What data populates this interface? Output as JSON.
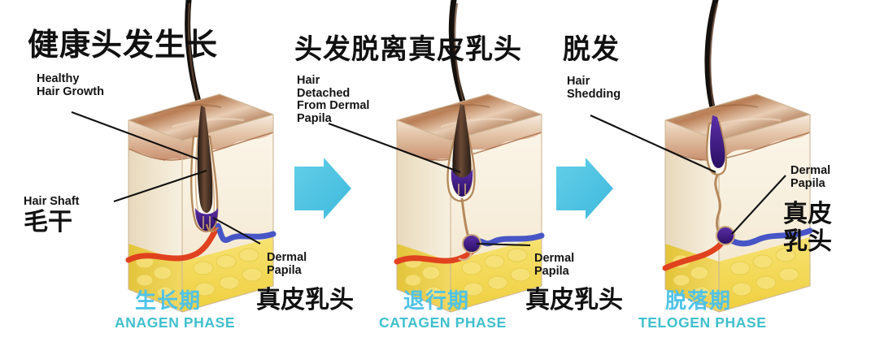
{
  "meta": {
    "diagram_title": "Hair Growth Cycle",
    "background": "#ffffff",
    "accent_cyan": "#4FC3E8",
    "arrow_color": "#5BC8E4",
    "text_black": "#141414"
  },
  "panels": [
    {
      "id": "anagen",
      "heading_cn": "健康头发生长",
      "callouts": [
        {
          "id": "healthy-hair-growth",
          "en": "Healthy\nHair Growth",
          "cn": ""
        },
        {
          "id": "hair-shaft",
          "en": "Hair Shaft",
          "cn": "毛干"
        },
        {
          "id": "dermal-papila",
          "en": "Dermal\nPapila",
          "cn": "真皮乳头"
        }
      ],
      "phase_cn": "生长期",
      "phase_en": "ANAGEN PHASE"
    },
    {
      "id": "catagen",
      "heading_cn": "头发脱离真皮乳头",
      "callouts": [
        {
          "id": "hair-detached",
          "en": "Hair\nDetached\nFrom Dermal\nPapila",
          "cn": ""
        },
        {
          "id": "dermal-papila",
          "en": "Dermal\nPapila",
          "cn": "真皮乳头"
        }
      ],
      "phase_cn": "退行期",
      "phase_en": "CATAGEN PHASE"
    },
    {
      "id": "telogen",
      "heading_cn": "脱发",
      "callouts": [
        {
          "id": "hair-shedding",
          "en": "Hair\nShedding",
          "cn": ""
        },
        {
          "id": "dermal-papila",
          "en": "Dermal\nPapila",
          "cn": "真皮\n乳头"
        }
      ],
      "phase_cn": "脱落期",
      "phase_en": "TELOGEN PHASE"
    }
  ],
  "arrows": [
    {
      "id": "arrow-anagen-to-catagen",
      "label": "progress arrow"
    },
    {
      "id": "arrow-catagen-to-telogen",
      "label": "progress arrow"
    }
  ],
  "anatomy_colors": {
    "epidermis": "#c89070",
    "epidermis_top": "#ddb596",
    "dermis": "#f6edda",
    "dermis_side": "#efe3c9",
    "fat": "#f4da55",
    "follicle_outline": "#b5895c",
    "papilla": "#3a1c77",
    "hair": "#4a3329",
    "artery": "#e0421f",
    "vein": "#4755c6"
  }
}
